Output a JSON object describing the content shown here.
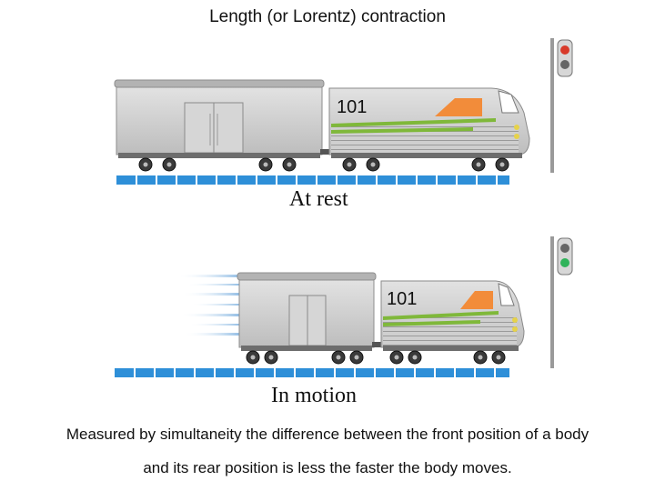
{
  "title": "Length (or Lorentz) contraction",
  "scenes": {
    "rest": {
      "label": "At rest",
      "signal_lit": "red"
    },
    "motion": {
      "label": "In motion",
      "signal_lit": "green"
    }
  },
  "locomotive_number": "101",
  "caption_lines": [
    "Measured by simultaneity the difference between the front position of a body",
    "and its rear position is less the faster the body moves."
  ],
  "colors": {
    "car_body": "#c9c9c9",
    "roof": "#b9b9b9",
    "track": "#2e8fd8",
    "stripe_green": "#7fb83a",
    "stripe_orange": "#f28c3a",
    "signal_red": "#d83a2a",
    "signal_green": "#2fb35a",
    "motion_blur": "#7fb2e0"
  }
}
